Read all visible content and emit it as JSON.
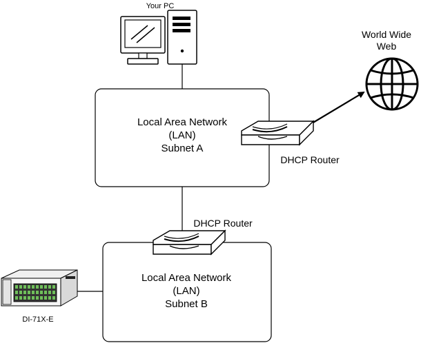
{
  "pc": {
    "label": "Your PC"
  },
  "internet": {
    "label_line1": "World Wide",
    "label_line2": "Web"
  },
  "lan_a": {
    "line1": "Local Area Network",
    "line2": "(LAN)",
    "line3": "Subnet A"
  },
  "lan_b": {
    "line1": "Local Area Network",
    "line2": "(LAN)",
    "line3": "Subnet B"
  },
  "router_a": {
    "label": "DHCP Router"
  },
  "router_b": {
    "label": "DHCP Router"
  },
  "device": {
    "label": "DI-71X-E"
  },
  "colors": {
    "stroke": "#000000",
    "fill": "#ffffff"
  }
}
